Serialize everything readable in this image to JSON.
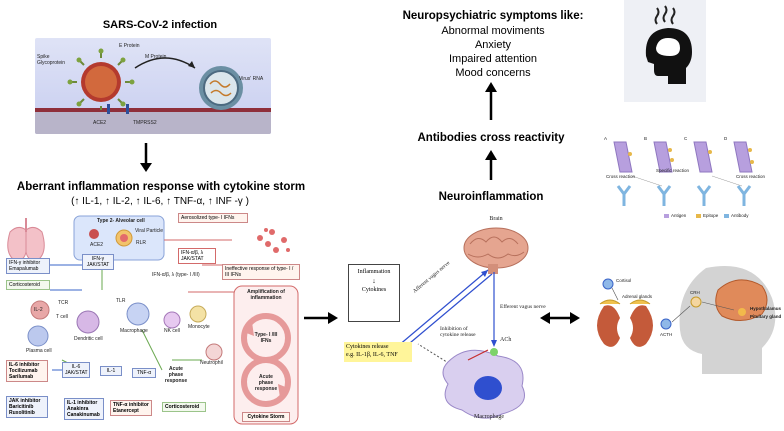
{
  "sars": {
    "title": "SARS-CoV-2 infection",
    "labels": {
      "spike": "Spike Glycoprotein",
      "e_protein": "E Protein",
      "m_protein": "M Protein",
      "rna": "Virus' RNA",
      "ace2": "ACE2",
      "tmprss2": "TMPRSS2"
    }
  },
  "storm": {
    "title": "Aberrant inflammation response with cytokine storm",
    "subtitle": "(↑ IL-1, ↑ IL-2, ↑ IL-6, ↑ TNF-α, ↑ INF -γ )",
    "alveolar_cell": "Type 2- Alveolar cell",
    "viral_particle": "Viral Particle",
    "rlr": "RLR",
    "ace2": "ACE2",
    "aerosolized": "Aerosolized type- I IFNs",
    "ifn_ab": "IFN-α/β, λ",
    "jak_stat": "JAK/STAT",
    "ineffective": "Ineffective response of type- I / III IFNs",
    "ifn_type": "IFN-α/β, λ (type- I /III)",
    "amplification": "Amplification of inflammation",
    "type_ifns": "Type- I /III IFNs",
    "acute_phase": "Acute phase response",
    "cytokine_storm": "Cytokine Storm",
    "ifn_gamma": "IFN-γ",
    "ifn_gamma_inhibitor": "IFN-γ inhibitor Emapalumab",
    "corticosteroid_1": "Corticosteroid",
    "il2": "IL-2",
    "tcr": "TCR",
    "t_cell": "T cell",
    "plasma_cell": "Plasma cell",
    "dendritic": "Dendritic cell",
    "tlr": "TLR",
    "macrophage": "Macrophage",
    "nk_cell": "NK cell",
    "monocyte": "Monocyte",
    "il6_inhibitor": "IL-6 inhibitor Tocilizumab Sarilumab",
    "il6": "IL-6",
    "il1": "IL-1",
    "tnf": "TNF-α",
    "acute_phase_response": "Acute phase response",
    "neutrophil": "Neutrophil",
    "jak_inhibitor": "JAK inhibitor Baricitinib Ruxolitinib",
    "il1_inhibitor": "IL-1 inhibitor Anakinra Canakinumab",
    "tnf_inhibitor": "TNF-α inhibitor Etanercept",
    "corticosteroid_2": "Corticosteroid"
  },
  "neuro": {
    "symptoms_title": "Neuropsychiatric symptoms like:",
    "symptoms": [
      "Abnormal moviments",
      "Anxiety",
      "Impaired attention",
      "Mood concerns"
    ],
    "antibodies": "Antibodies cross reactivity",
    "neuroinflammation": "Neuroinflammation",
    "antibody_legend": [
      "Antigen",
      "Epitope",
      "Antibody"
    ],
    "cross_reaction": "Cross reaction",
    "specific_reaction": "Specific reaction",
    "panel_letters": [
      "A",
      "B",
      "C",
      "D"
    ]
  },
  "vagus": {
    "brain": "Brain",
    "inflammation": "Inflammation",
    "cytokines": "Cytokines",
    "cytokines_release": "Cytokines release",
    "example": "e.g. IL-1β, IL-6, TNF",
    "afferent": "Afferent vagus nerve",
    "efferent": "Efferent vagus nerve",
    "inhibition": "Inhibition of cytokine release",
    "ach": "ACh",
    "macrophage": "Macrophage"
  },
  "hpa": {
    "cortisol": "Cortisol",
    "adrenal": "Adrenal glands",
    "acth": "ACTH",
    "crh": "CRH",
    "hypothalamus": "Hypothalamus",
    "pituitary": "Pituitary gland"
  }
}
